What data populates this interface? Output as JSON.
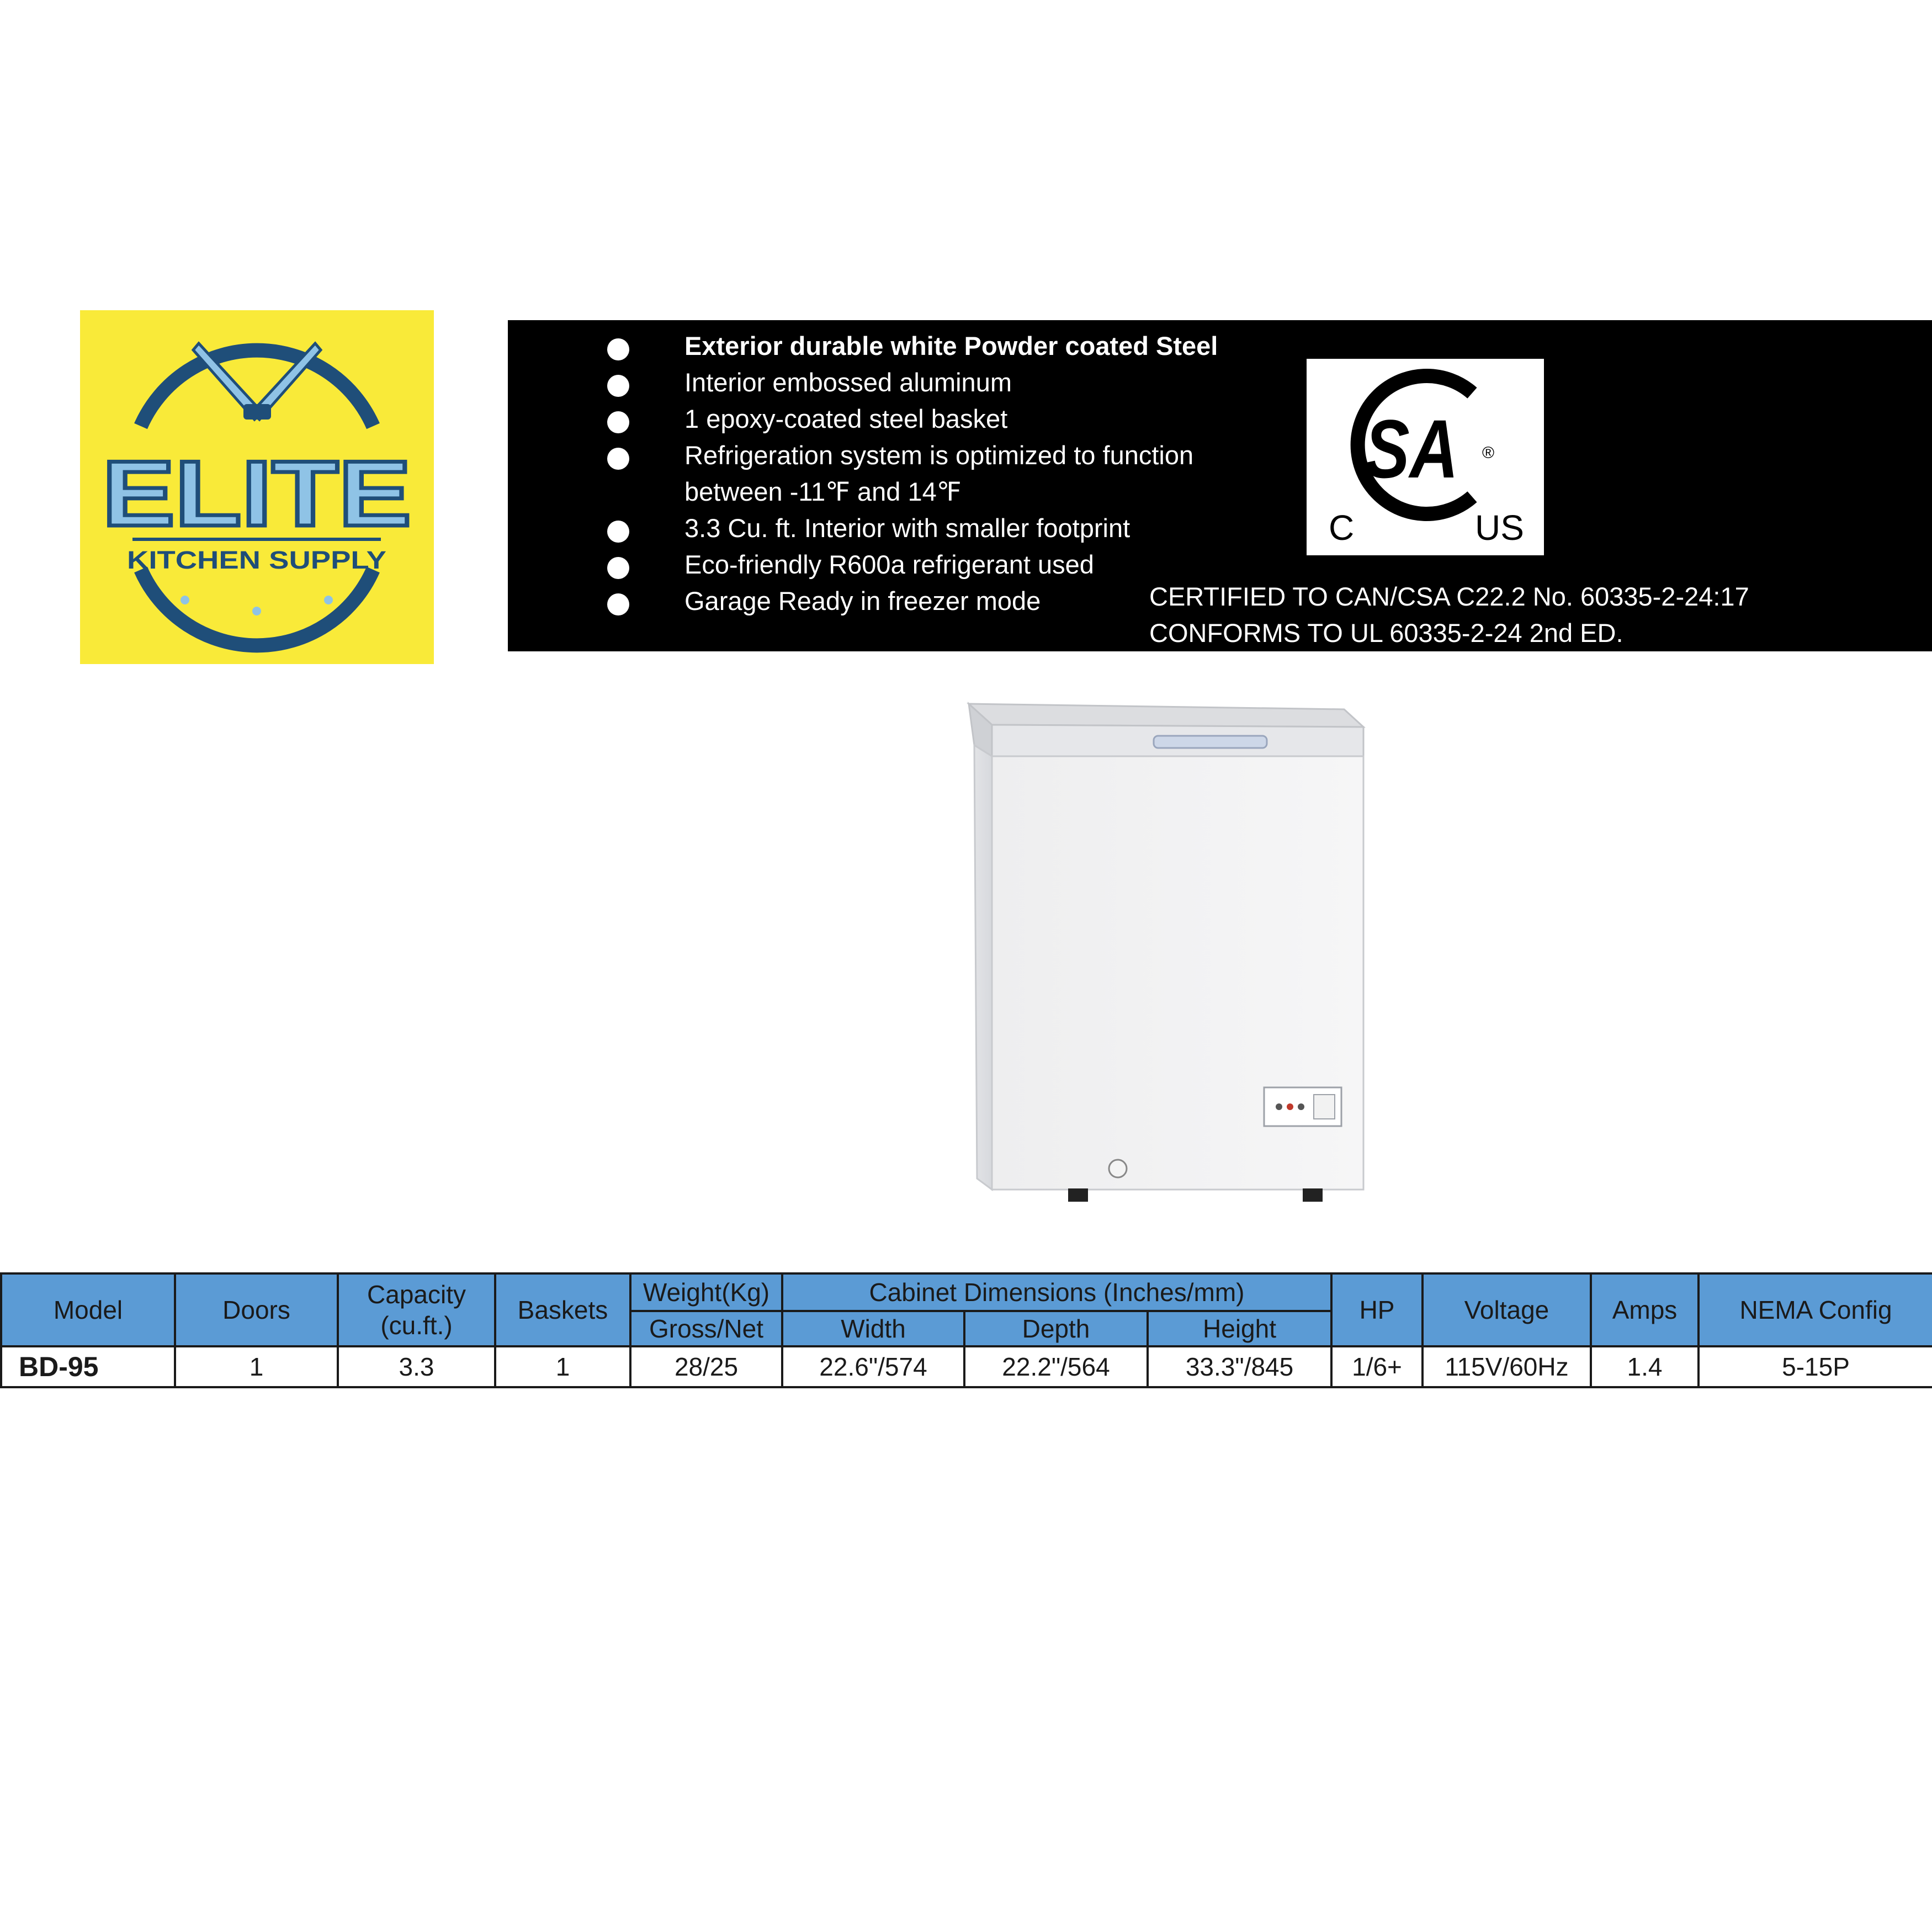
{
  "logo": {
    "brand": "ELITE",
    "tagline": "KITCHEN SUPPLY",
    "colors": {
      "background": "#f9ea39",
      "ring": "#1f4e79",
      "accent": "#8fc3e6"
    }
  },
  "features": [
    "Exterior durable white Powder coated Steel",
    "Interior embossed aluminum",
    "1 epoxy-coated steel basket",
    "Refrigeration system is optimized to function",
    "3.3 Cu. ft.  Interior with smaller footprint",
    "Eco-friendly R600a refrigerant used",
    "Garage Ready in freezer mode"
  ],
  "feature_continuation": "between -11℉ and 14℉",
  "certification": {
    "mark": {
      "main": "SA",
      "left": "C",
      "right": "US",
      "registered": "®"
    },
    "lines": [
      "CERTIFIED TO CAN/CSA C22.2 No. 60335-2-24:17",
      "CONFORMS TO UL 60335-2-24 2nd ED."
    ]
  },
  "table": {
    "headers": {
      "model": "Model",
      "doors": "Doors",
      "capacity": "Capacity",
      "capacity_unit": "(cu.ft.)",
      "baskets": "Baskets",
      "weight": "Weight(Kg)",
      "weight_sub": "Gross/Net",
      "dimensions": "Cabinet Dimensions (Inches/mm)",
      "width": "Width",
      "depth": "Depth",
      "height": "Height",
      "hp": "HP",
      "voltage": "Voltage",
      "amps": "Amps",
      "nema": "NEMA Config"
    },
    "row": {
      "model": "BD-95",
      "doors": "1",
      "capacity": "3.3",
      "baskets": "1",
      "weight": "28/25",
      "width": "22.6\"/574",
      "depth": "22.2\"/564",
      "height": "33.3\"/845",
      "hp": "1/6+",
      "voltage": "115V/60Hz",
      "amps": "1.4",
      "nema": "5-15P"
    },
    "header_color": "#5b9bd5"
  }
}
